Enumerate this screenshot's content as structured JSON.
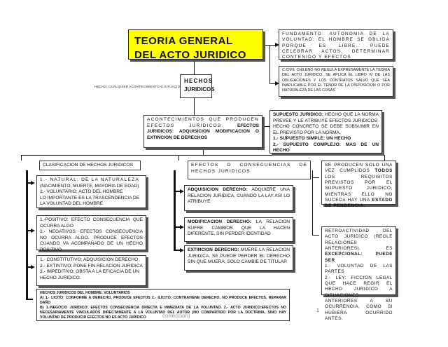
{
  "title": "TEORIA GENERAL DEL ACTO JURIDICO",
  "fundamento": "FUNDAMENTO: AUTONOMIA DE LA VOLUNTAD: EL HOMBRE SE OBLIGA PORQUE ES LIBRE. PUEDE CELEBRAR ACTOS, DETERMINAR CONTENIDO Y EFECTOS",
  "codigo_civil": "C.CIVIL CHILENO NO REGULA EXPRESAMENTE LA TEORIA DEL ACTO JURIDICO. SE APLICA EL LIBRO IV DE LAS OBLIGACIONES Y LOS CONTRATOS SALVO QUE SEA INAPLICABLE POR EL TENOR DE LA DISPOSICION O POR NATURALEZA DE LAS COSAS",
  "hecho_note": "HECHO: CUALQUIER ACONTECIMIENTO O SITUACION",
  "hechos": {
    "line1": "HECHOS",
    "line2": "JURIDICOS"
  },
  "acontecimientos": {
    "text": "ACONTECIMIENTOS QUE PRODUCEN EFECTOS JURIDICOS.",
    "bold": "EFECTOS JURIDICOS: ADQUISICION MODIFICACION O EXTINCION DE DERECHOS"
  },
  "supuesto": {
    "label": "SUPUESTO JURIDICO:",
    "text": "HECHO QUE LA NORMA PREVEE Y LE ATRIBUYE EFECTOS JURIDICOS. HECHO CONCRETO SE DEBE SUBSUMIR EN EL PREVISTO POR LA NORMA.",
    "item1": "1.- SUPUESTO SIMPLE: UN HECHO",
    "item2": "2.- SUPUESTO COMPLEJO: MAS DE UN HECHO"
  },
  "clasificacion": "CLASIFICACION DE HECHOS JURIDICOS",
  "naturaleza": {
    "line1": "1.- NATURAL: DE LA NATURALEZA",
    "line2": "(NACIMIENTO, MUERTE, MAYORIA DE EDAD)",
    "line3": "2.- VOLUNTARIO: ACTO DEL HOMBRE",
    "line4": "LO IMPORTANTE ES LA TRASCENDENCIA DE LA VOLUNTAD DEL HOMBRE"
  },
  "positivo": {
    "p1": "1.-POSITIVO: EFECTO CONSECUENCIA QUE OCURRA ALGO",
    "p2": "2.- NEGATIVOS: EFECTOS CONSECUENCIA NO OCURRA ALGO. PRODUCE EFECTOS CUANDO VA ACOMPAÑADO DE UN HECHO POSITIVO"
  },
  "constitutivo": {
    "p1": "1.- CONSTITUTIVO: ADQUISICION DERECHO",
    "p2": "2.- EXTINTIVO: PONE FIN RELACION JURIDICA",
    "p3": "3.- IMPEDITIVO: OBSTA A LA EFICACIA DE UN HECHO JURIDICO."
  },
  "voluntarios": {
    "title": "HECHOS JURIDICOS DEL HOMBRE: VOLUNTARIOS",
    "a": "A) 1.- LICITO: CONFORME A DERECHO, PRODUCE EFECTOS 2.- ILICITO: CONTRAVIENE DERECHO, NO PRODUCE EFECTOS, REPARAR DAÑO",
    "b": "B) 1.-NEGOCIO JURIDICO: EFECTOS CONSECUENCIA DIRECTA E INMEDIATA DE LA VOLUNTAD. 2.- ACTO JURIDICO:EFECTOS NO NECESARIAMENTE VINCULADOS DIRECTAMENTE A LA VOLUNTAD DEL AUTOR (NO COMPARTIDO POR LA DOCTRINA, SINO HAY VOLUNTAD DE PRODUCIR EFECTOS NO ES ACTO JURIDICO"
  },
  "efectos": "EFECTOS O CONSECUENCIAS DE HECHOS JURIDICOS",
  "adquisicion": {
    "label": "ADQUISICION DERECHO:",
    "text": "ADQUIERE UNA RELACION JURIDICA, CUANDO LA LAY ASI LO ATRIBUYE"
  },
  "modificacion": {
    "label": "MODIFICACION DERECHO:",
    "text": "LA RELACION SUFRE CAMBIOS QUE LA HACEN DIFERENTE, SIN PERDER IDENTIDAD"
  },
  "extincion": {
    "label": "EXTINCION DERECHO:",
    "text": "MUERE LA RELACION JURIDICA. SE PUEDE PERDER EL DERECHO SIN QUE MUERA, SOLO CAMBIE DE TITULAR"
  },
  "requisitos": {
    "text": "SE PRODUCEN SOLO UNA VEZ CUMPLIDOS",
    "bold1": "TODOS",
    "text2": "LOS REQUISITOS PREVISTOS POR EL SUPUESTO JURIDICO, MIENTRAS ELLO NO SUCEDA HAY UNA",
    "bold2": "ESTADO DE PENDENCIA."
  },
  "retroactividad": {
    "text": "RETROACTIVIDAD DEL ACTO JURIDICO (REGLE RELACIONES ANTERIORES). ES",
    "bold": "EXCEPCIONAL: PUEDE SER",
    "item1": "1.- VOLUNTAD DE LAS PARTES",
    "item2": "2.- LEY: FICCION LEGAL QUE HACE REGIR EL HECHO JURIDICO A SITUACIONES ANTERIORES A SU OCURRENCIA, COMO SI HUBIERA OCURRIDO ANTES."
  },
  "page_number": "1",
  "footer": "correccion)"
}
